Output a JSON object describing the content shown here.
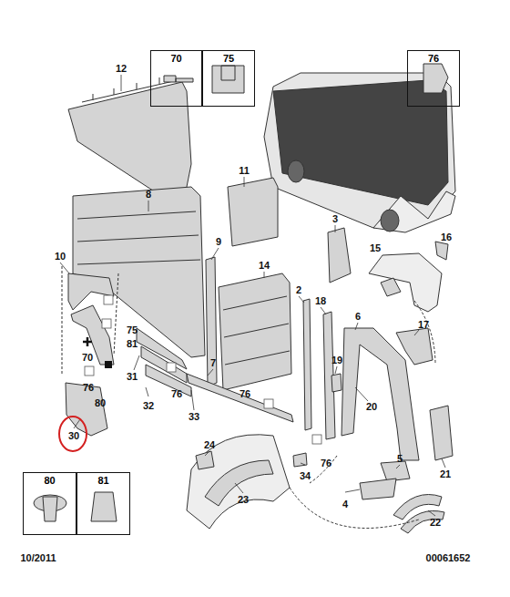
{
  "diagram": {
    "nodes": [
      {
        "text": [
          "70"
        ]
      },
      {
        "text": [
          "75"
        ]
      },
      {
        "text": [
          "76"
        ]
      },
      {
        "text": [
          "80"
        ]
      },
      {
        "text": [
          "81"
        ]
      }
    ],
    "labels": [
      "12",
      "8",
      "11",
      "3",
      "15",
      "16",
      "10",
      "9",
      "14",
      "2",
      "18",
      "6",
      "17",
      "75",
      "81",
      "70",
      "31",
      "7",
      "19",
      "20",
      "76",
      "80",
      "32",
      "76",
      "33",
      "76",
      "34",
      "76",
      "30",
      "24",
      "23",
      "5",
      "4",
      "21",
      "22",
      "10/2011",
      "00061652"
    ]
  }
}
